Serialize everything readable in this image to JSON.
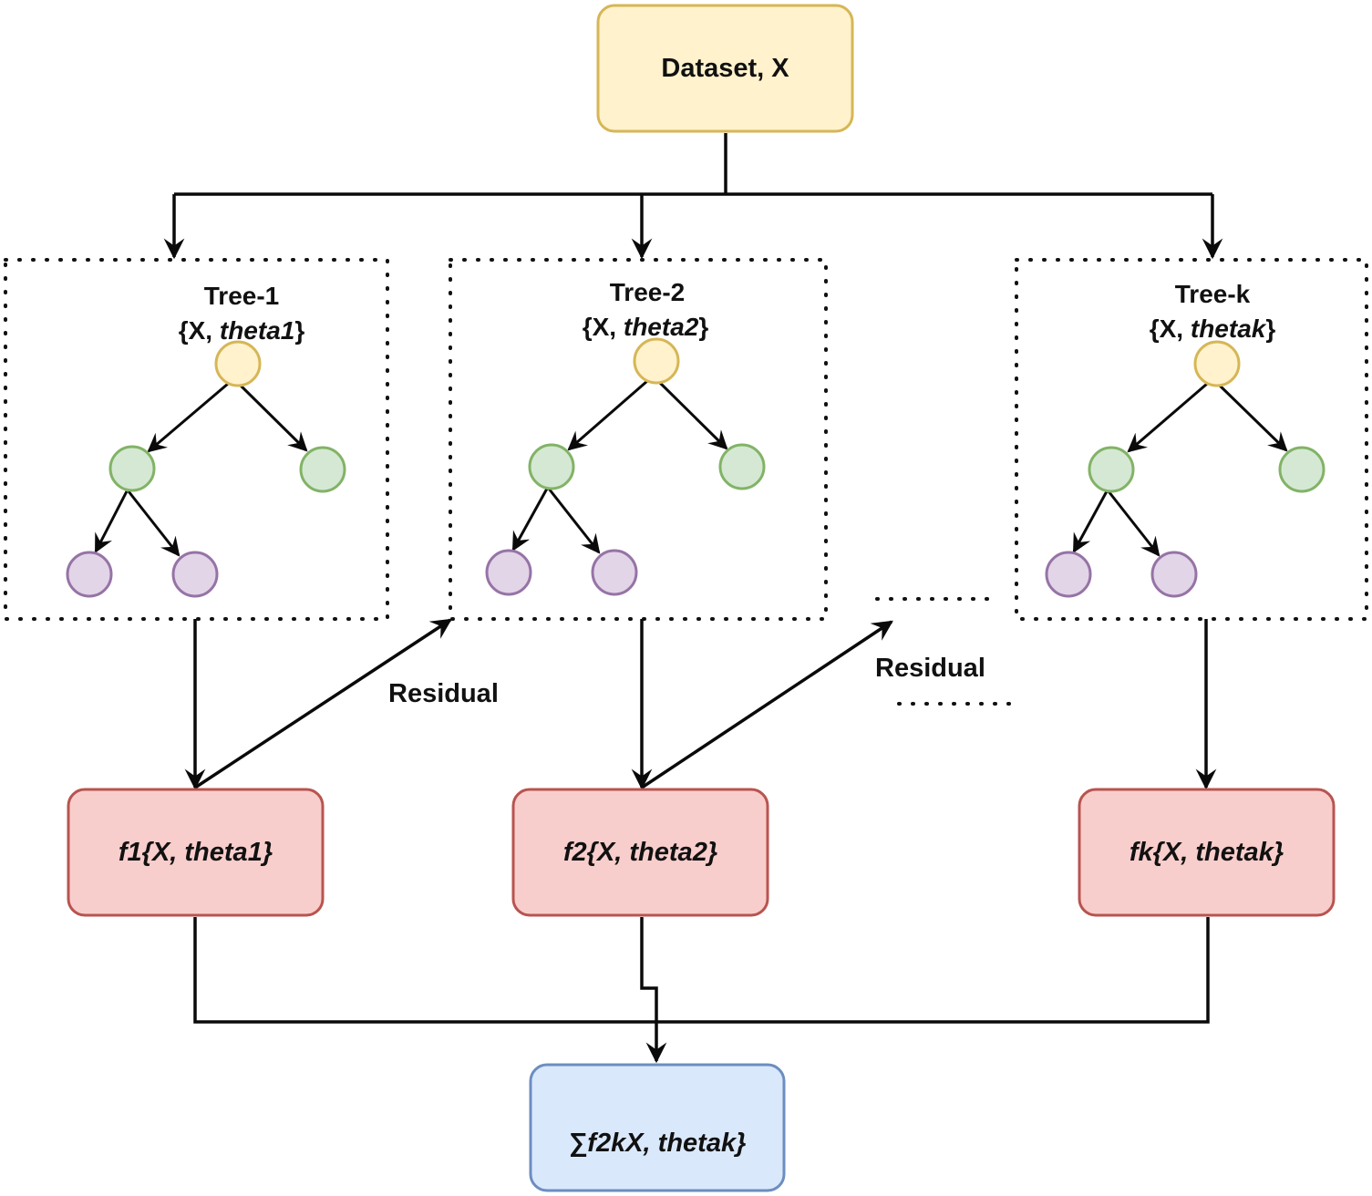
{
  "dataset": {
    "label": "Dataset, X",
    "fill": "#fff2cc",
    "stroke": "#d6b656"
  },
  "trees": [
    {
      "title": "Tree-1",
      "params_prefix": "{X, ",
      "params_var": "theta1",
      "params_suffix": "}"
    },
    {
      "title": "Tree-2",
      "params_prefix": "{X, ",
      "params_var": "theta2",
      "params_suffix": "}"
    },
    {
      "title": "Tree-k",
      "params_prefix": "{X, ",
      "params_var": "thetak",
      "params_suffix": "}"
    }
  ],
  "functions": [
    {
      "label": "f1{X, theta1}"
    },
    {
      "label": "f2{X, theta2}"
    },
    {
      "label": "fk{X, thetak}"
    }
  ],
  "function_colors": {
    "fill": "#f8cecc",
    "stroke": "#b85450"
  },
  "sum": {
    "label": "∑f2kX, thetak}",
    "fill": "#dae8fc",
    "stroke": "#6c8ebf"
  },
  "residual_labels": [
    "Residual",
    "Residual"
  ],
  "node_colors": {
    "root": {
      "fill": "#fff2cc",
      "stroke": "#d6b656"
    },
    "internal": {
      "fill": "#d5e8d4",
      "stroke": "#82b366"
    },
    "leaf": {
      "fill": "#e1d5e7",
      "stroke": "#9673a6"
    }
  }
}
